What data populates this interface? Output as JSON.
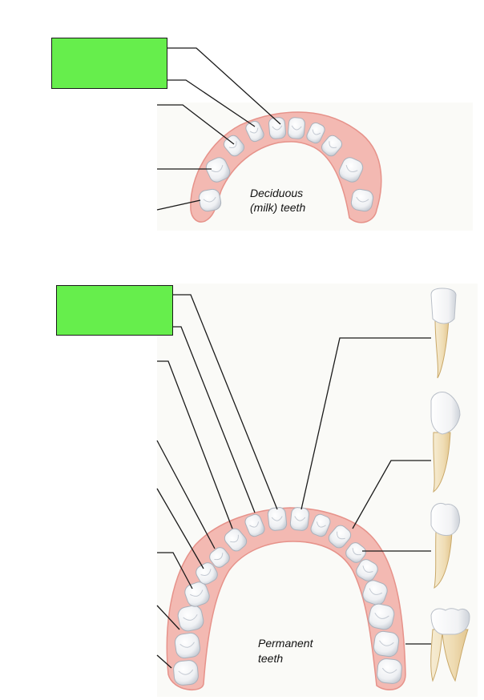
{
  "diagram": {
    "deciduous": {
      "caption_lines": [
        "Deciduous",
        "(milk) teeth"
      ],
      "label_box": {
        "color": "#66ee4c"
      }
    },
    "permanent": {
      "caption_lines": [
        "Permanent",
        "teeth"
      ],
      "label_box": {
        "color": "#66ee4c"
      }
    },
    "palette": {
      "gum": "#f3b9b2",
      "gum_edge": "#e6928a",
      "enamel": "#f7f7f7",
      "enamel_shadow": "#c9ced6",
      "root": "#f3e4c4",
      "background_panel": "#f7f7f2",
      "leader_line": "#1a1a1a"
    },
    "icons": [
      "incisor-tooth-icon",
      "canine-tooth-icon",
      "premolar-tooth-icon",
      "molar-tooth-icon"
    ]
  }
}
